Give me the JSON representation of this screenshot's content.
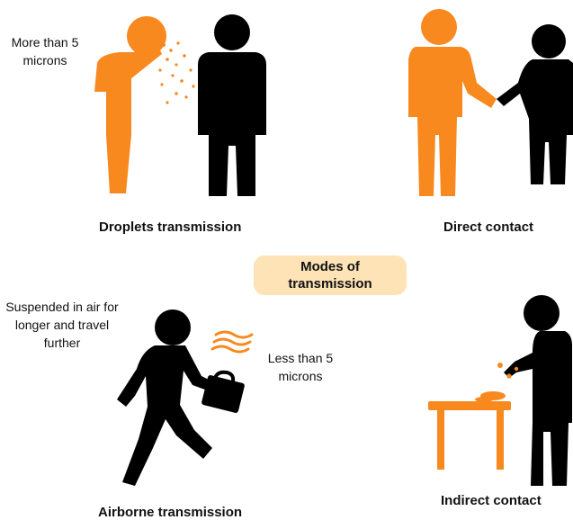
{
  "colors": {
    "orange": "#f7891e",
    "black": "#000000",
    "center_fill": "#fde3b6"
  },
  "center_label": "Modes of transmission",
  "quadrants": {
    "droplets": {
      "title": "Droplets transmission",
      "note": "More than 5 microns"
    },
    "direct": {
      "title": "Direct contact"
    },
    "airborne": {
      "title": "Airborne transmission",
      "note_left": "Suspended in air for longer and travel further",
      "note_right": "Less than 5 microns"
    },
    "indirect": {
      "title": "Indirect contact"
    }
  },
  "icons": [
    "sneezing-person-icon",
    "standing-person-icon",
    "handshake-icon",
    "walking-person-icon",
    "briefcase-icon",
    "air-waves-icon",
    "table-icon",
    "person-touching-surface-icon"
  ]
}
